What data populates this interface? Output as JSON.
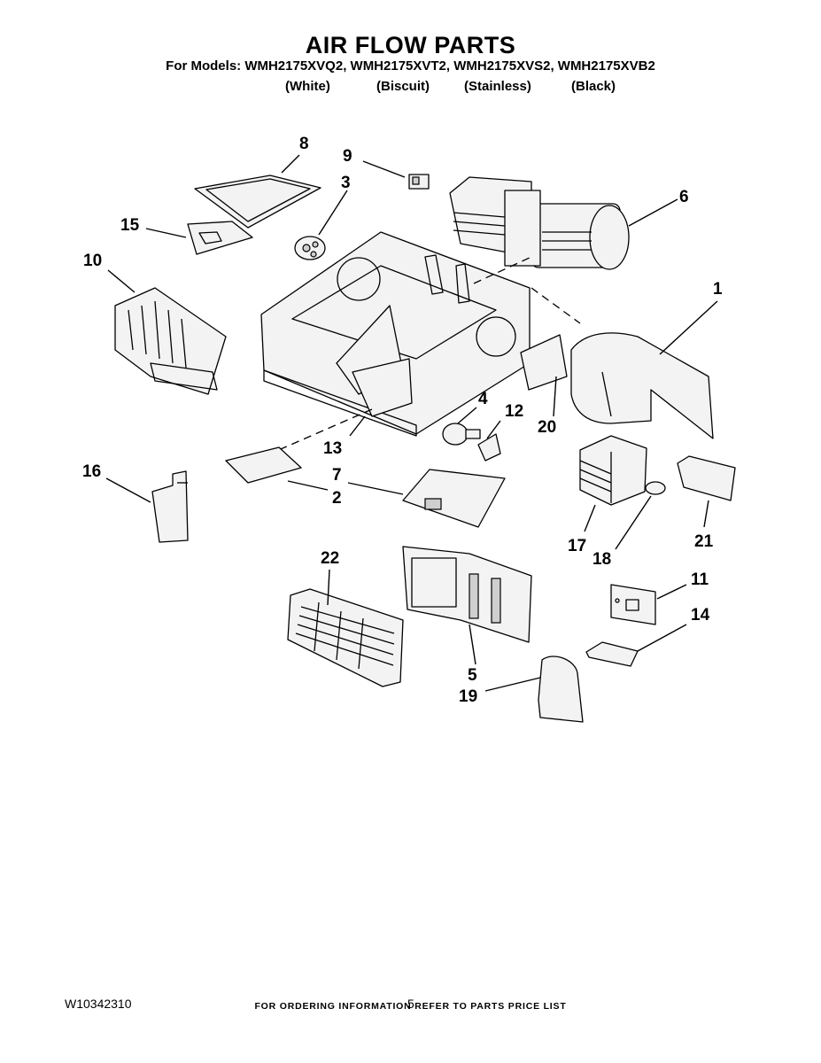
{
  "title": "AIR FLOW PARTS",
  "models_line": "For Models: WMH2175XVQ2, WMH2175XVT2, WMH2175XVS2, WMH2175XVB2",
  "colors": [
    "(White)",
    "(Biscuit)",
    "(Stainless)",
    "(Black)"
  ],
  "callouts": [
    "1",
    "2",
    "3",
    "4",
    "5",
    "6",
    "7",
    "8",
    "9",
    "10",
    "11",
    "12",
    "13",
    "14",
    "15",
    "16",
    "17",
    "18",
    "19",
    "20",
    "21",
    "22"
  ],
  "footer": "FOR ORDERING INFORMATION REFER TO PARTS PRICE LIST",
  "document_number": "W10342310",
  "page_number": "5"
}
